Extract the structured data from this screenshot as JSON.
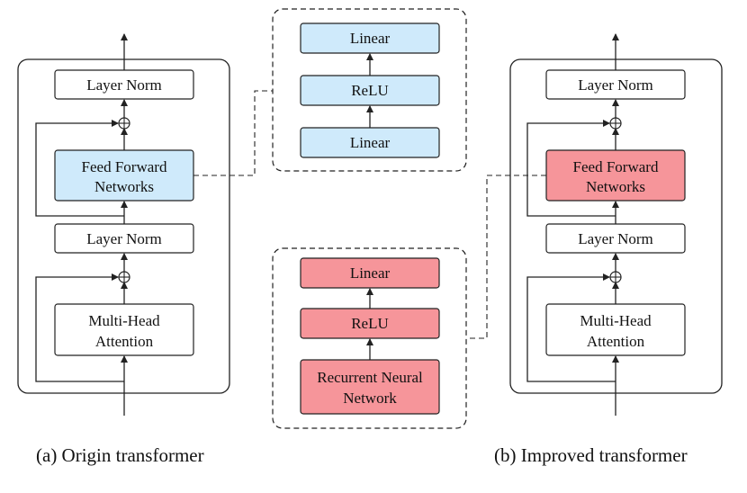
{
  "colors": {
    "blue_fill": "#cfeafb",
    "red_fill": "#f6959a",
    "white_fill": "#ffffff",
    "stroke": "#222222"
  },
  "icons": {
    "residual_add": "circle-plus-icon",
    "arrow": "arrow-up-icon"
  },
  "left": {
    "layer_norm_top": "Layer Norm",
    "ffn_line1": "Feed Forward",
    "ffn_line2": "Networks",
    "layer_norm_bottom": "Layer Norm",
    "mha_line1": "Multi-Head",
    "mha_line2": "Attention",
    "caption": "(a) Origin transformer"
  },
  "right": {
    "layer_norm_top": "Layer Norm",
    "ffn_line1": "Feed Forward",
    "ffn_line2": "Networks",
    "layer_norm_bottom": "Layer Norm",
    "mha_line1": "Multi-Head",
    "mha_line2": "Attention",
    "caption": "(b) Improved transformer"
  },
  "top_detail": {
    "linear_top": "Linear",
    "relu": "ReLU",
    "linear_bottom": "Linear"
  },
  "bottom_detail": {
    "linear": "Linear",
    "relu": "ReLU",
    "rnn_line1": "Recurrent Neural",
    "rnn_line2": "Network"
  }
}
